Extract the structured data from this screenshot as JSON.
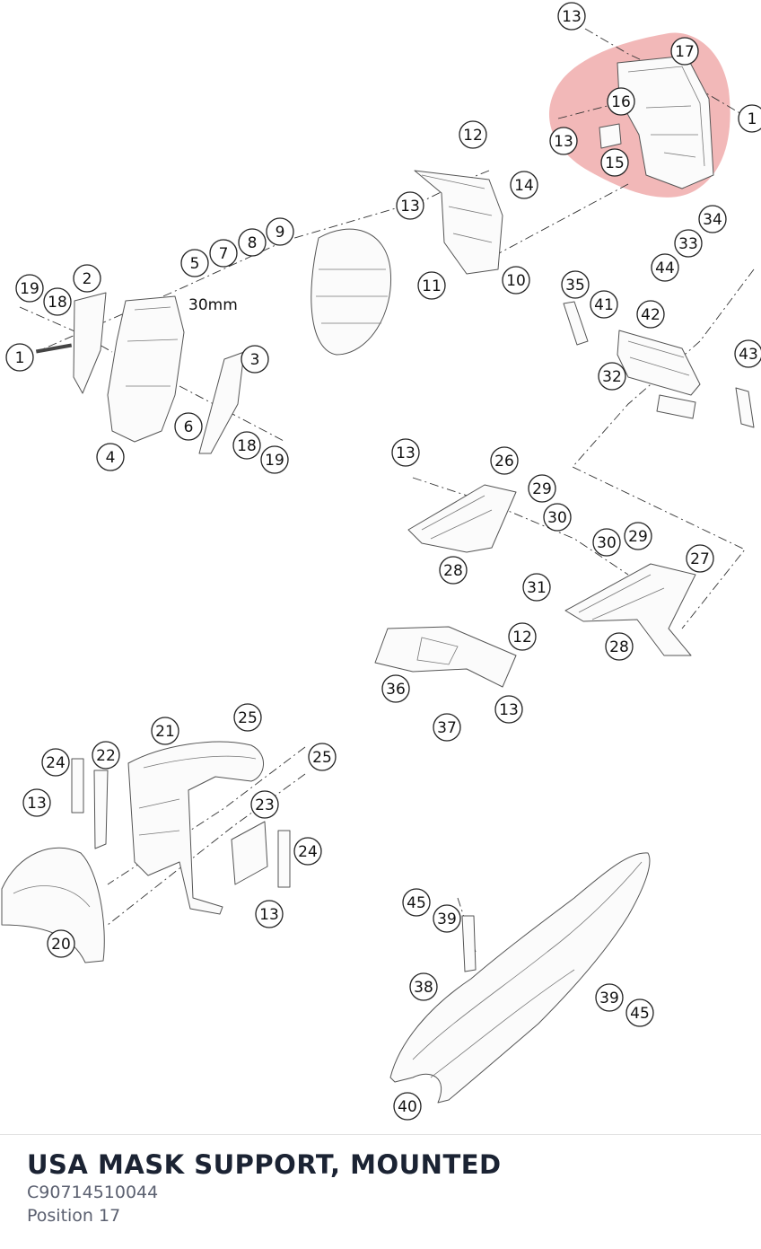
{
  "product": {
    "title": "USA MASK SUPPORT, MOUNTED",
    "part_number": "C90714510044",
    "position": "Position 17"
  },
  "diagram": {
    "dimension_note": "30mm",
    "highlight_color": "#e05555",
    "callouts": [
      {
        "label": "13"
      },
      {
        "label": "17"
      },
      {
        "label": "1"
      },
      {
        "label": "16"
      },
      {
        "label": "13"
      },
      {
        "label": "15"
      },
      {
        "label": "12"
      },
      {
        "label": "14"
      },
      {
        "label": "13"
      },
      {
        "label": "11"
      },
      {
        "label": "10"
      },
      {
        "label": "9"
      },
      {
        "label": "8"
      },
      {
        "label": "7"
      },
      {
        "label": "5"
      },
      {
        "label": "19"
      },
      {
        "label": "18"
      },
      {
        "label": "2"
      },
      {
        "label": "1"
      },
      {
        "label": "3"
      },
      {
        "label": "6"
      },
      {
        "label": "4"
      },
      {
        "label": "18"
      },
      {
        "label": "19"
      },
      {
        "label": "34"
      },
      {
        "label": "33"
      },
      {
        "label": "44"
      },
      {
        "label": "35"
      },
      {
        "label": "41"
      },
      {
        "label": "42"
      },
      {
        "label": "43"
      },
      {
        "label": "32"
      },
      {
        "label": "13"
      },
      {
        "label": "26"
      },
      {
        "label": "29"
      },
      {
        "label": "30"
      },
      {
        "label": "30"
      },
      {
        "label": "29"
      },
      {
        "label": "27"
      },
      {
        "label": "28"
      },
      {
        "label": "31"
      },
      {
        "label": "28"
      },
      {
        "label": "12"
      },
      {
        "label": "36"
      },
      {
        "label": "37"
      },
      {
        "label": "13"
      },
      {
        "label": "25"
      },
      {
        "label": "21"
      },
      {
        "label": "24"
      },
      {
        "label": "22"
      },
      {
        "label": "25"
      },
      {
        "label": "13"
      },
      {
        "label": "23"
      },
      {
        "label": "24"
      },
      {
        "label": "13"
      },
      {
        "label": "20"
      },
      {
        "label": "45"
      },
      {
        "label": "39"
      },
      {
        "label": "38"
      },
      {
        "label": "39"
      },
      {
        "label": "45"
      },
      {
        "label": "40"
      }
    ]
  }
}
